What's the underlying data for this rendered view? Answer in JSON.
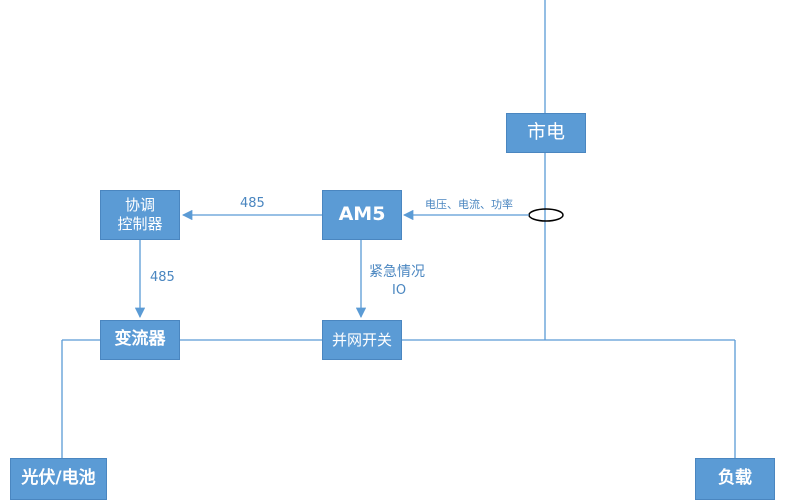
{
  "nodes": {
    "grid": {
      "label": "市电"
    },
    "am5": {
      "label": "AM5"
    },
    "coordinator": {
      "line1": "协调",
      "line2": "控制器"
    },
    "inverter": {
      "label": "变流器"
    },
    "grid_switch": {
      "label": "并网开关"
    },
    "pv_battery": {
      "label": "光伏/电池"
    },
    "load": {
      "label": "负载"
    }
  },
  "edges": {
    "am5_to_coordinator": "485",
    "coordinator_to_inverter": "485",
    "measurement": "电压、电流、功率",
    "emergency_line1": "紧急情况",
    "emergency_line2": "IO"
  },
  "colors": {
    "box_fill": "#5b9bd5",
    "line": "#5b9bd5",
    "label_text": "#4a86c0"
  }
}
